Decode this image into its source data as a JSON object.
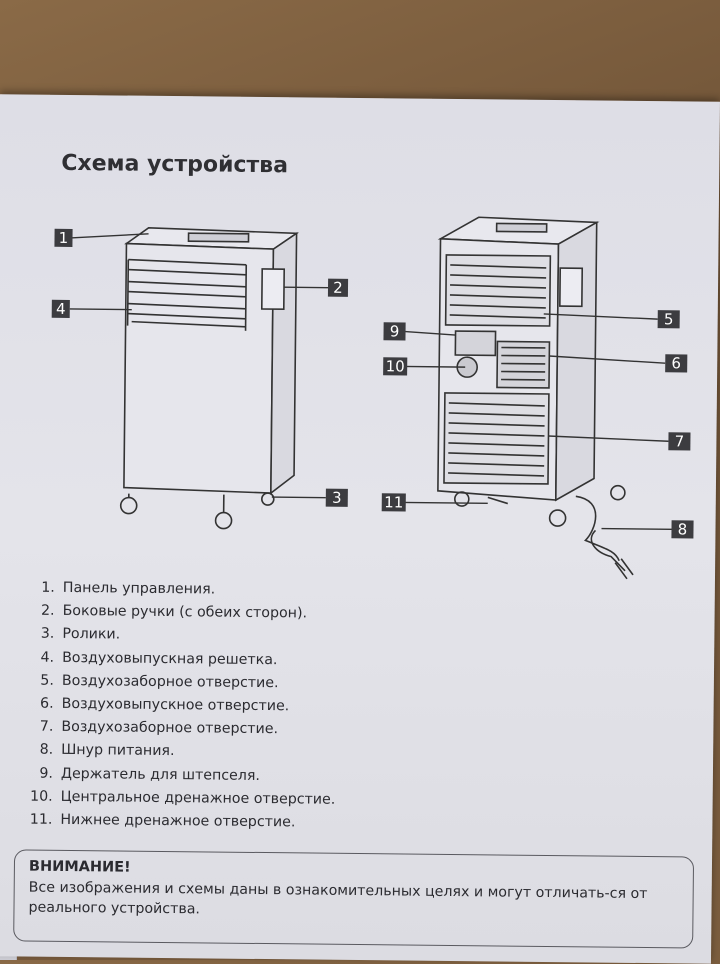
{
  "title": "Схема устройства",
  "callouts": {
    "c1": "1",
    "c2": "2",
    "c3": "3",
    "c4": "4",
    "c5": "5",
    "c6": "6",
    "c7": "7",
    "c8": "8",
    "c9": "9",
    "c10": "10",
    "c11": "11"
  },
  "parts": [
    {
      "num": "1.",
      "text": "Панель управления."
    },
    {
      "num": "2.",
      "text": "Боковые ручки (с обеих сторон)."
    },
    {
      "num": "3.",
      "text": "Ролики."
    },
    {
      "num": "4.",
      "text": "Воздуховыпускная решетка."
    },
    {
      "num": "5.",
      "text": "Воздухозаборное отверстие."
    },
    {
      "num": "6.",
      "text": "Воздуховыпускное отверстие."
    },
    {
      "num": "7.",
      "text": "Воздухозаборное отверстие."
    },
    {
      "num": "8.",
      "text": "Шнур питания."
    },
    {
      "num": "9.",
      "text": "Держатель для штепселя."
    },
    {
      "num": "10.",
      "text": "Центральное дренажное отверстие."
    },
    {
      "num": "11.",
      "text": "Нижнее дренажное отверстие."
    }
  ],
  "notice": {
    "title": "ВНИМАНИЕ!",
    "text": "Все изображения и схемы даны в ознакомительных целях и могут отличать-ся от реального устройства."
  },
  "colors": {
    "callout_bg": "#3c3c40",
    "paper": "#e2e2e8",
    "wood": "#7c5e3f"
  }
}
